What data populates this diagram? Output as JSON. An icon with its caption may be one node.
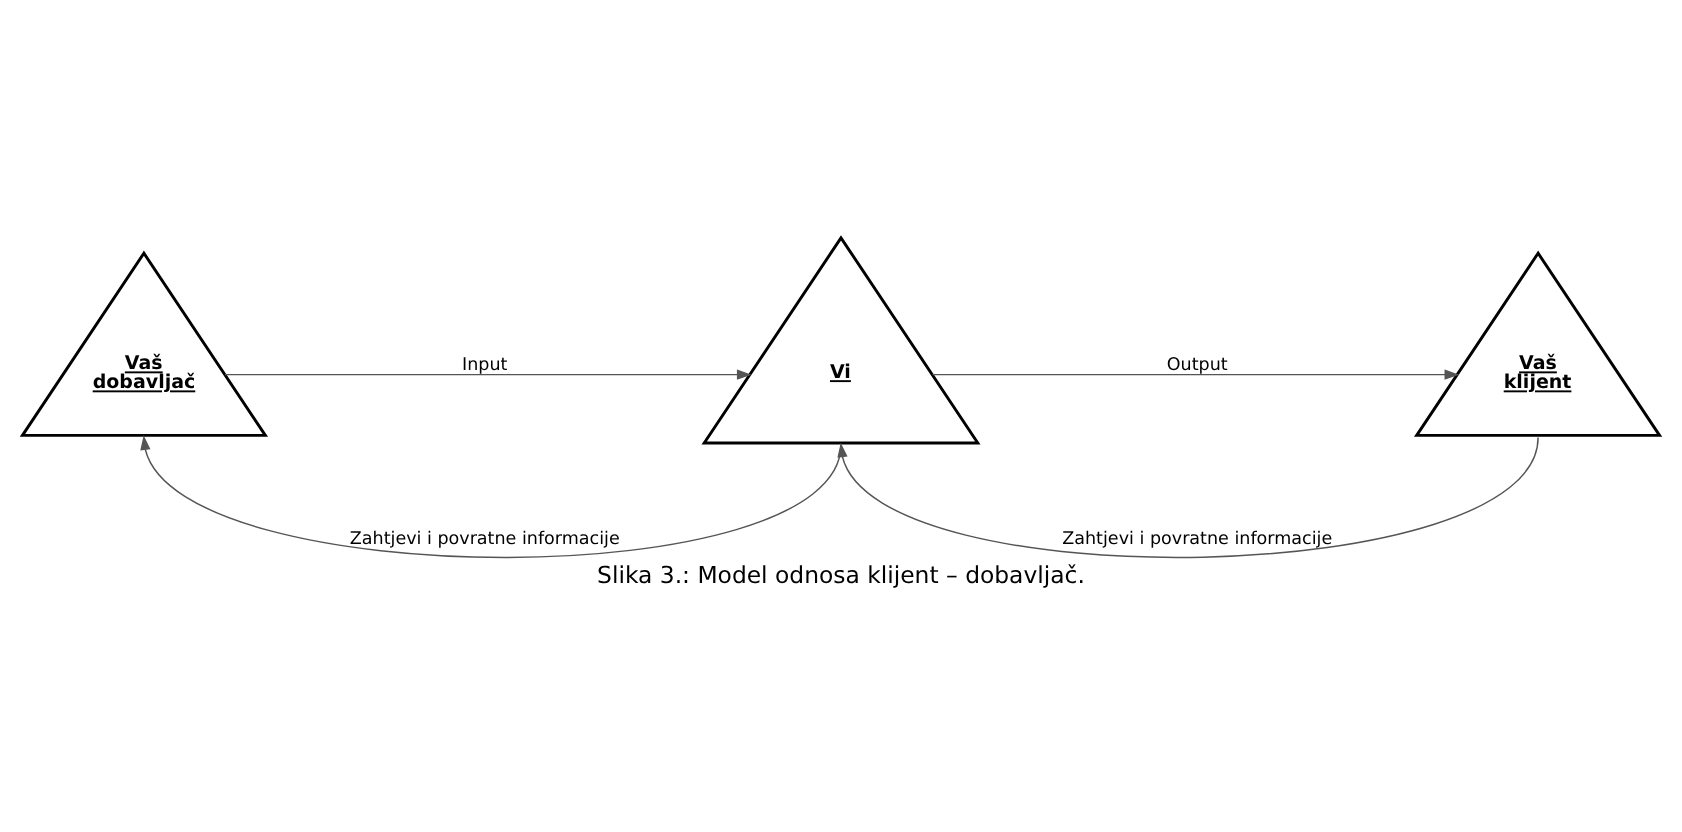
{
  "diagram": {
    "caption": "Slika 3.: Model odnosa klijent – dobavljač.",
    "nodes": [
      {
        "text": [
          "Vaš dobavljač"
        ]
      },
      {
        "text": [
          "Vi"
        ]
      },
      {
        "text": [
          "Vaš klijent"
        ]
      }
    ],
    "edges": [
      {
        "from": 0,
        "to": 1,
        "arrow": "to",
        "label": "Input"
      },
      {
        "from": 1,
        "to": 2,
        "arrow": "to",
        "label": "Output"
      },
      {
        "from": 1,
        "to": 0,
        "arrow": "to",
        "label": "Zahtjevi i povratne informacije"
      },
      {
        "from": 2,
        "to": 1,
        "arrow": "to",
        "label": "Zahtjevi i povratne informacije"
      }
    ]
  }
}
